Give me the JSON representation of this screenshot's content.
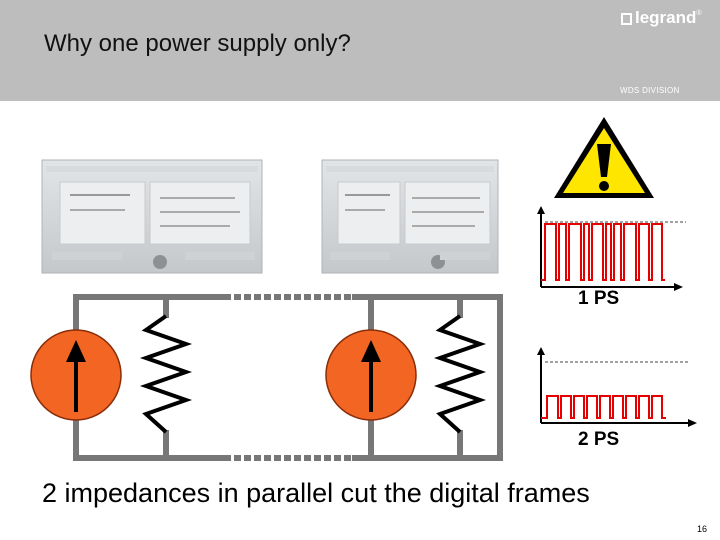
{
  "slide": {
    "title": "Why one power supply only?",
    "logo_text": "legrand",
    "division": "WDS DIVISION",
    "label_one": "1 PS",
    "label_two": "2 PS",
    "caption": "2 impedances in parallel cut the digital frames",
    "page_number": "16"
  },
  "colors": {
    "header": "#bdbdbd",
    "source_fill": "#f26522",
    "wire": "#777777",
    "signal": "#e60000",
    "warning": "#ffe600"
  },
  "icons": {
    "warning": "exclamation-triangle",
    "source": "current-source-arrow",
    "resistor": "zigzag-resistor"
  }
}
